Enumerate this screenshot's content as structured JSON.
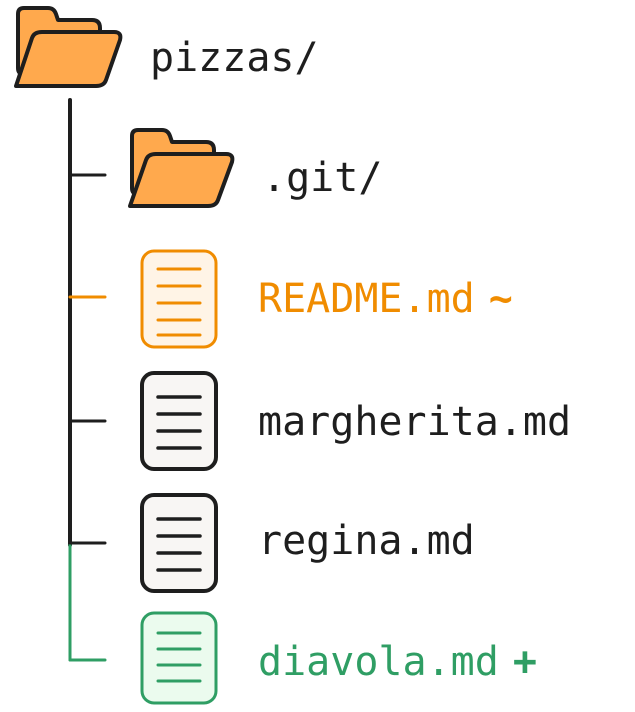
{
  "root": {
    "name": "pizzas/",
    "icon": "folder-icon"
  },
  "entries": [
    {
      "key": "git",
      "name": ".git/",
      "icon": "folder-icon",
      "status": "unchanged",
      "marker": ""
    },
    {
      "key": "readme",
      "name": "README.md",
      "icon": "file-icon",
      "status": "modified",
      "marker": "~"
    },
    {
      "key": "margherita",
      "name": "margherita.md",
      "icon": "file-icon",
      "status": "unchanged",
      "marker": ""
    },
    {
      "key": "regina",
      "name": "regina.md",
      "icon": "file-icon",
      "status": "unchanged",
      "marker": ""
    },
    {
      "key": "diavola",
      "name": "diavola.md",
      "icon": "file-icon",
      "status": "added",
      "marker": "+"
    }
  ],
  "colors": {
    "line": "#1e1e1e",
    "text": "#1e1e1e",
    "modified": "#f08c00",
    "added": "#2f9e64",
    "folder_fill": "#ffa94d",
    "file_fill": "#f8f6f4",
    "modified_fill": "#fff4e6",
    "added_fill": "#ebfbee"
  }
}
